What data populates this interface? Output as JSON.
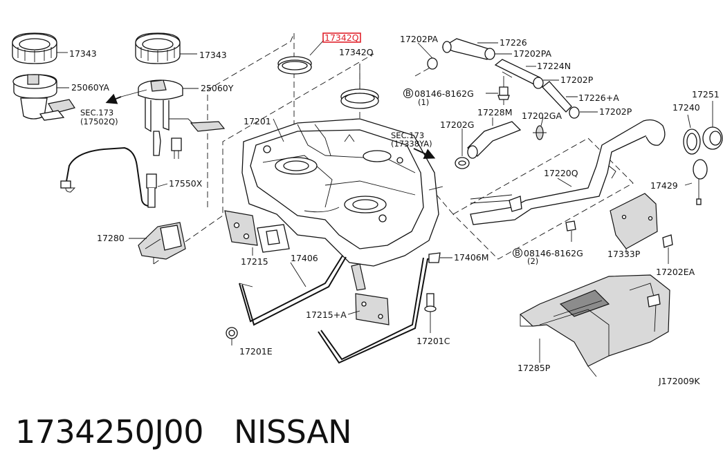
{
  "diagram": {
    "labels": {
      "p17343_a": "17343",
      "p17343_b": "17343",
      "p17342Q_hl": "17342Q",
      "p17342Q": "17342Q",
      "p25060YA": "25060YA",
      "p25060Y": "25060Y",
      "sec173_a1": "SEC.173",
      "sec173_a2": "(17502Q)",
      "sec173_b1": "SEC.173",
      "sec173_b2": "(17338YA)",
      "p17201": "17201",
      "p17550X": "17550X",
      "p17280": "17280",
      "p17215": "17215",
      "p17406": "17406",
      "p17406M": "17406M",
      "p17215A": "17215+A",
      "p17201E": "17201E",
      "p17201C": "17201C",
      "p17202PA_a": "17202PA",
      "p17226": "17226",
      "p17202PA_b": "17202PA",
      "p17224N": "17224N",
      "p17202P_a": "17202P",
      "p17226A": "17226+A",
      "p17202P_b": "17202P",
      "bolt_a1": "08146-8162G",
      "bolt_a2": "(1)",
      "p17228M": "17228M",
      "p17202GA": "17202GA",
      "p17202G": "17202G",
      "p17220Q": "17220Q",
      "bolt_b1": "08146-8162G",
      "bolt_b2": "(2)",
      "p17333P": "17333P",
      "p17202EA": "17202EA",
      "p17251": "17251",
      "p17240": "17240",
      "p17429": "17429",
      "p17285P": "17285P",
      "diagram_code": "J172009K",
      "bolt_marker": "B"
    },
    "highlight_color": "#e0202a"
  },
  "footer": {
    "part_number": "1734250J00",
    "brand": "NISSAN"
  }
}
